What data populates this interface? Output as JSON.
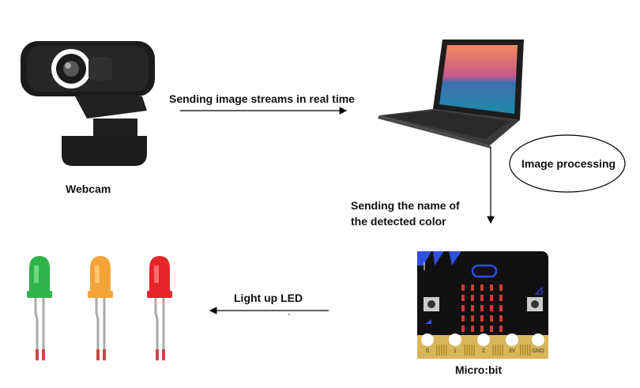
{
  "nodes": {
    "webcam": {
      "label": "Webcam"
    },
    "laptop": {
      "label": ""
    },
    "microbit": {
      "label": "Micro:bit",
      "pin_labels": [
        "0",
        "1",
        "2",
        "3V",
        "GND"
      ]
    },
    "image_processing": {
      "label": "Image processing"
    }
  },
  "edges": {
    "webcam_to_laptop": {
      "label": "Sending image streams in real time"
    },
    "laptop_to_microbit": {
      "label_line1": "Sending the name of",
      "label_line2": "the detected color"
    },
    "microbit_to_leds": {
      "label": "Light up LED"
    }
  },
  "leds": [
    {
      "color": "#2fb34a",
      "highlight": "#7ee08e"
    },
    {
      "color": "#f3a33a",
      "highlight": "#ffd27d"
    },
    {
      "color": "#e5262a",
      "highlight": "#ff8080"
    }
  ],
  "colors": {
    "arrow": "#000000",
    "microbit_board": "#111111",
    "microbit_led": "#d03a3a",
    "microbit_accent": "#2f4fe0",
    "gold": "#d8b75a"
  }
}
